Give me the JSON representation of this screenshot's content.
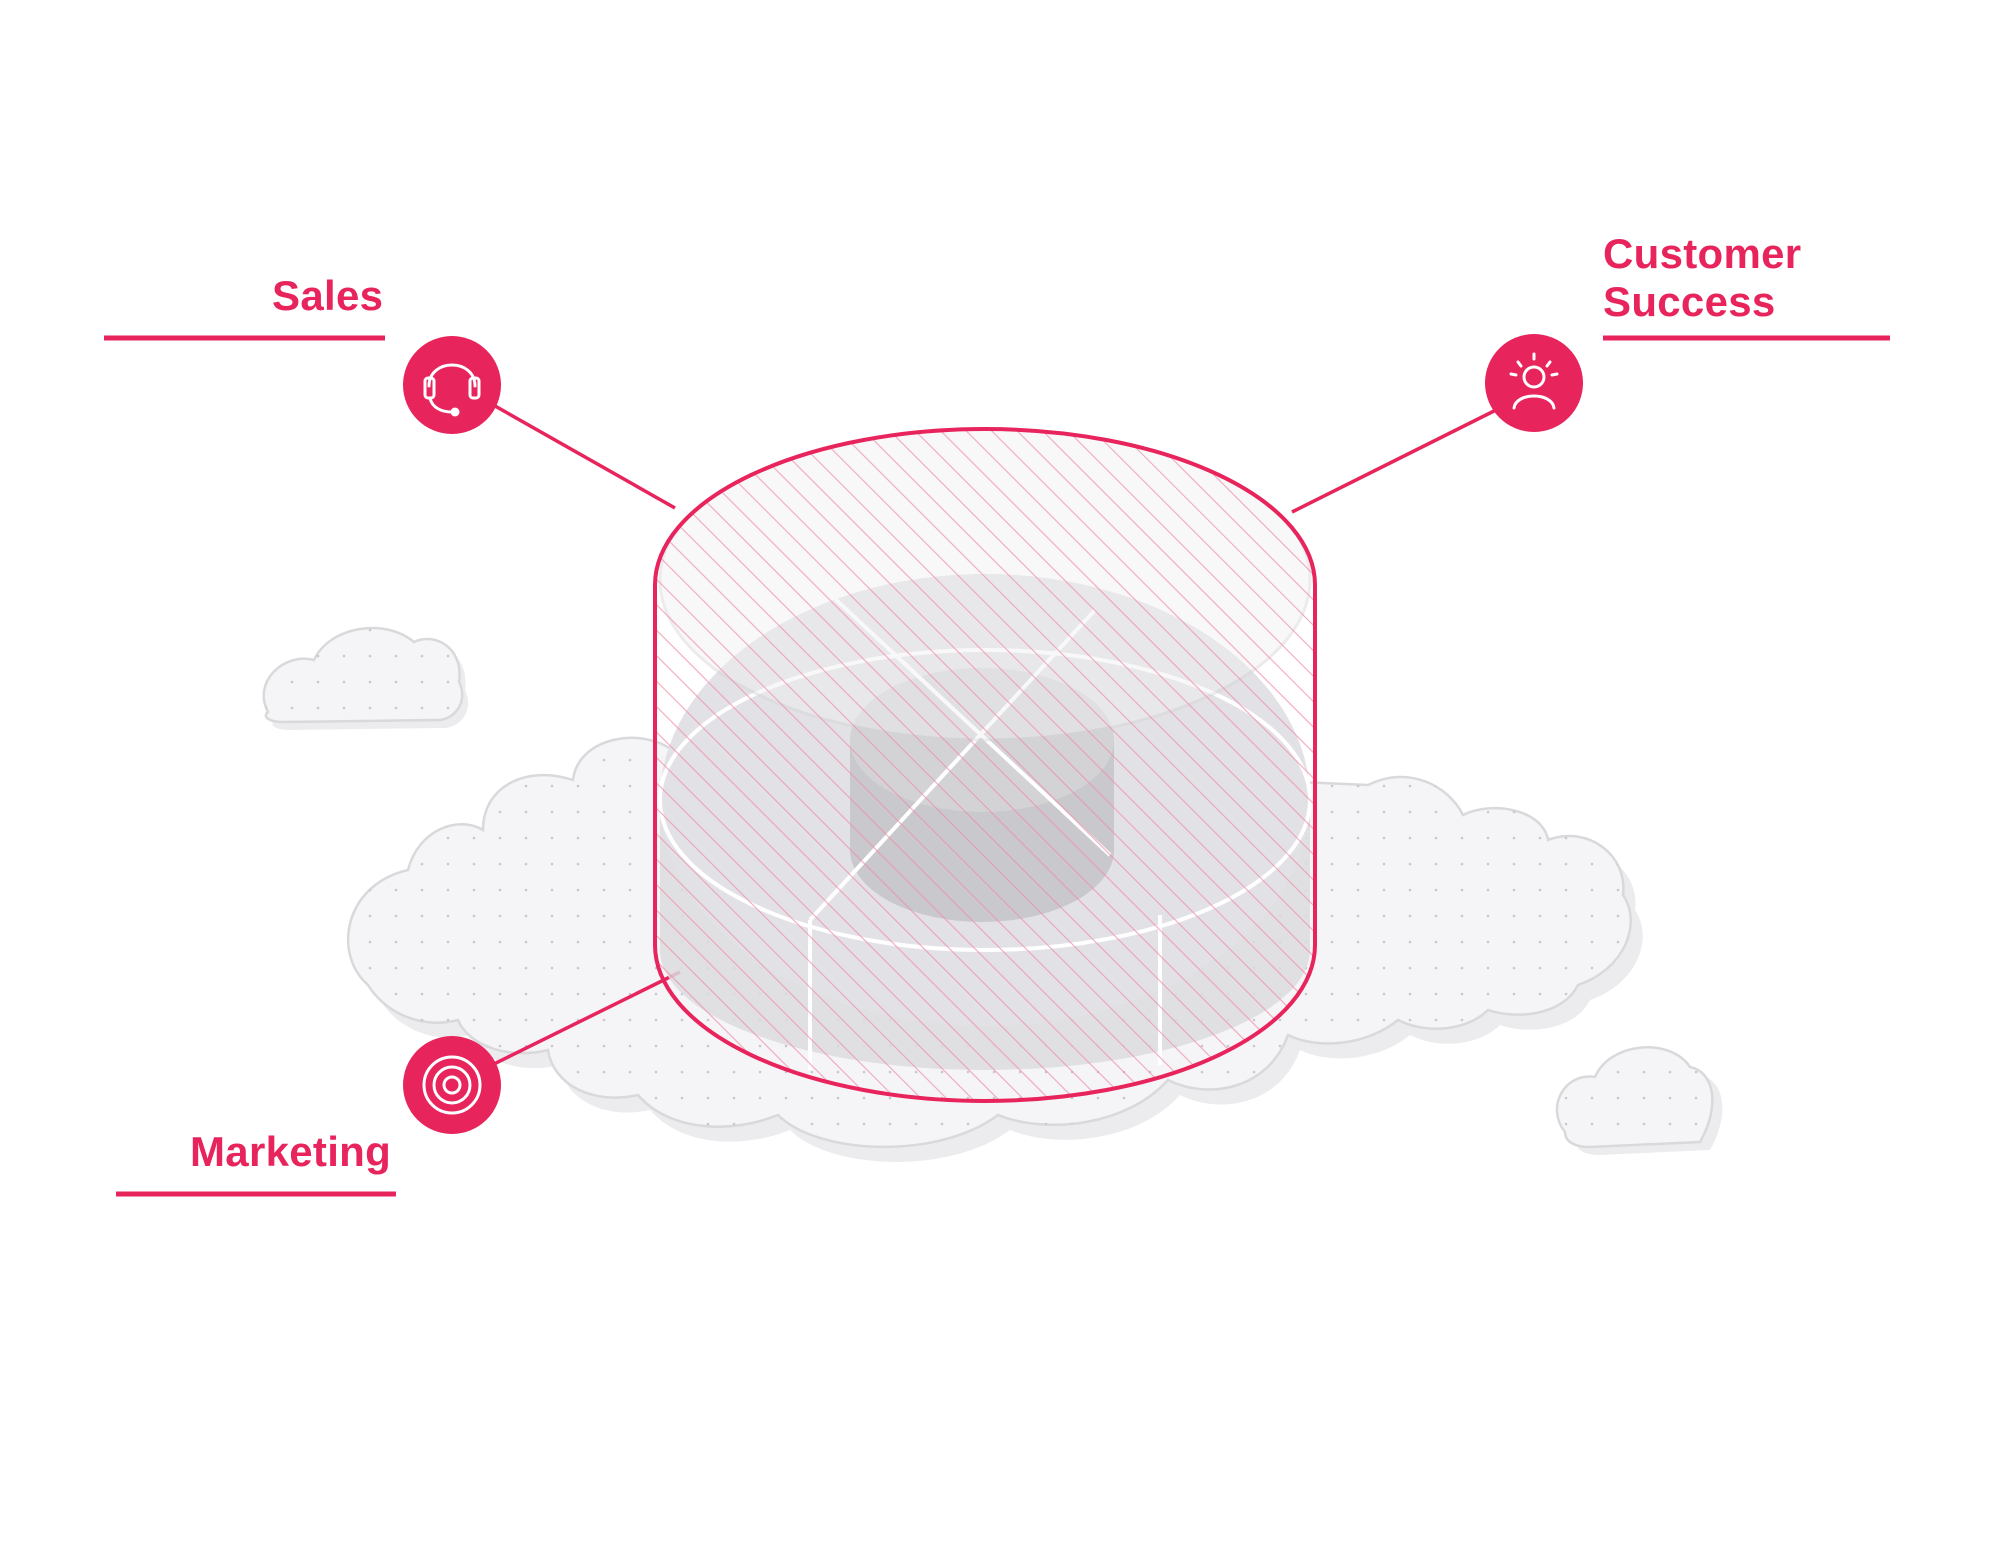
{
  "colors": {
    "accent": "#e8245d",
    "cloud_fill": "#f3f3f5",
    "cloud_stroke": "#d9d9dc",
    "hatch": "#f3a7bd",
    "inner_fill": "#c9c9cd"
  },
  "nodes": [
    {
      "id": "sales",
      "label_lines": [
        "Sales"
      ],
      "icon": "headset-icon"
    },
    {
      "id": "customer-success",
      "label_lines": [
        "Customer",
        "Success"
      ],
      "icon": "lightbulb-person-icon"
    },
    {
      "id": "marketing",
      "label_lines": [
        "Marketing"
      ],
      "icon": "target-icon"
    }
  ],
  "center": {
    "icon": "database-cylinder-icon"
  }
}
